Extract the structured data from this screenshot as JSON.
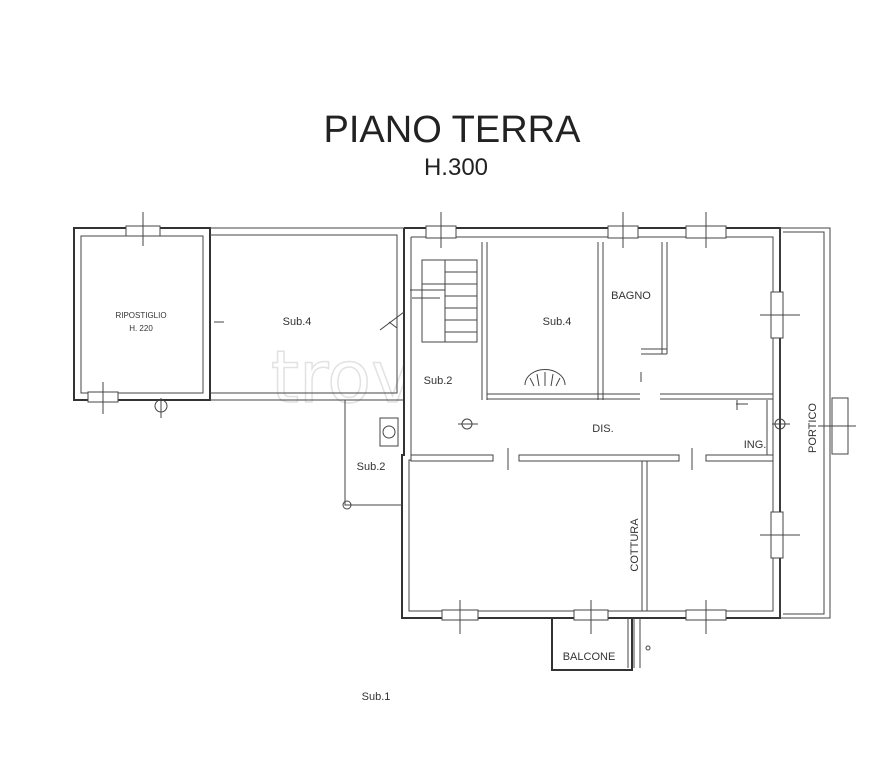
{
  "plan": {
    "title": "PIANO TERRA",
    "height": "H.300",
    "watermark": "trovacasa"
  },
  "rooms": {
    "ripostiglio": "RIPOSTIGLIO",
    "ripostiglio_height": "H. 220",
    "sub4_left": "Sub.4",
    "sub2_stair": "Sub.2",
    "sub4_right": "Sub.4",
    "bagno": "BAGNO",
    "dis": "DIS.",
    "ing": "ING.",
    "portico": "PORTICO",
    "sub2_lower": "Sub.2",
    "cottura": "COTTURA",
    "balcone": "BALCONE",
    "sub1": "Sub.1"
  },
  "colors": {
    "wall": "#333333",
    "watermark": "#e2e2e2"
  }
}
